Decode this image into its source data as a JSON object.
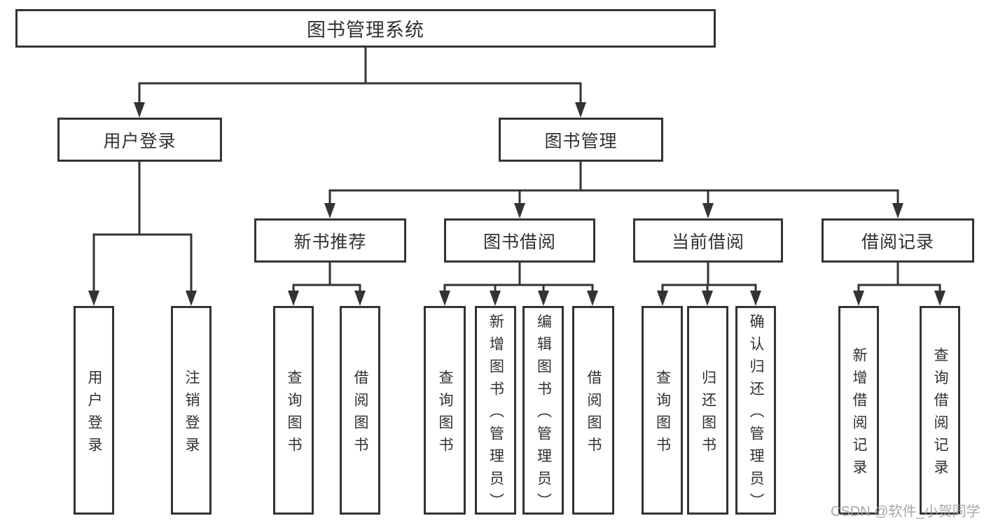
{
  "diagram_type": "hierarchy-tree",
  "tree": {
    "label": "图书管理系统",
    "children": [
      {
        "label": "用户登录",
        "children": [
          {
            "label": "用户登录"
          },
          {
            "label": "注销登录"
          }
        ]
      },
      {
        "label": "图书管理",
        "children": [
          {
            "label": "新书推荐",
            "children": [
              {
                "label": "查询图书"
              },
              {
                "label": "借阅图书"
              }
            ]
          },
          {
            "label": "图书借阅",
            "children": [
              {
                "label": "查询图书"
              },
              {
                "label": "新增图书（管理员）"
              },
              {
                "label": "编辑图书（管理员）"
              },
              {
                "label": "借阅图书"
              }
            ]
          },
          {
            "label": "当前借阅",
            "children": [
              {
                "label": "查询图书"
              },
              {
                "label": "归还图书"
              },
              {
                "label": "确认归还（管理员）"
              }
            ]
          },
          {
            "label": "借阅记录",
            "children": [
              {
                "label": "新增借阅记录"
              },
              {
                "label": "查询借阅记录"
              }
            ]
          }
        ]
      }
    ]
  },
  "watermark": {
    "text": "CSDN @软件_小贺同学"
  },
  "colors": {
    "line": "#333333",
    "box_border": "#333333",
    "box_background": "#ffffff",
    "text": "#303030",
    "watermark": "#9e9e9e"
  }
}
